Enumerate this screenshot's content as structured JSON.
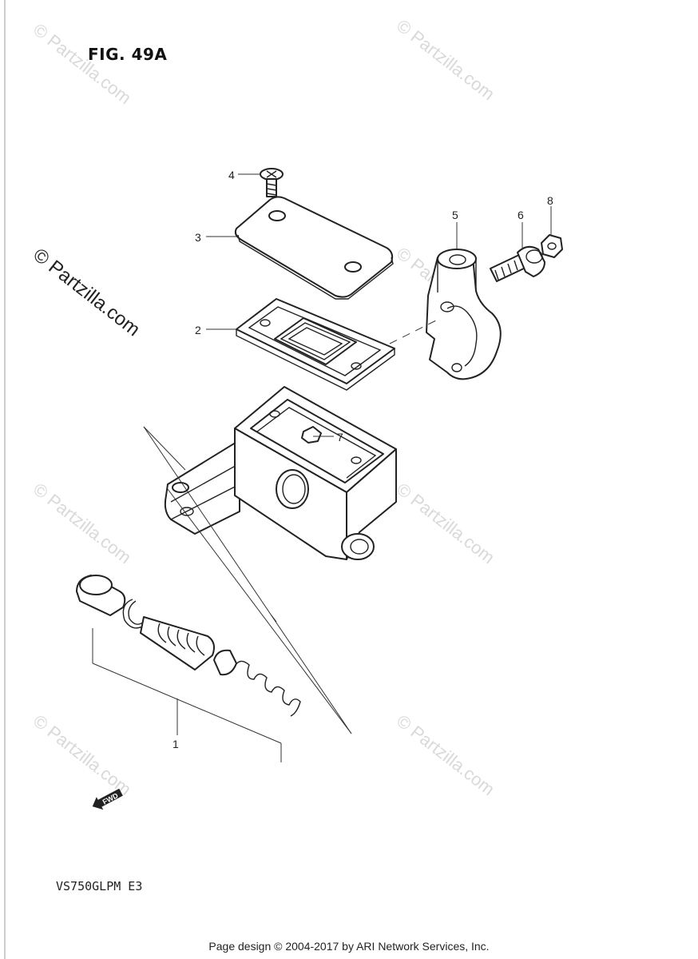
{
  "figure": {
    "title": "FIG. 49A",
    "model_code": "VS750GLPM E3",
    "footer": "Page design © 2004-2017 by ARI Network Services, Inc.",
    "watermark": "© Partzilla.com",
    "fwd_label": "FWD"
  },
  "callouts": [
    {
      "id": "1",
      "label": "1"
    },
    {
      "id": "2",
      "label": "2"
    },
    {
      "id": "3",
      "label": "3"
    },
    {
      "id": "4",
      "label": "4"
    },
    {
      "id": "5",
      "label": "5"
    },
    {
      "id": "6",
      "label": "6"
    },
    {
      "id": "7",
      "label": "7"
    },
    {
      "id": "8",
      "label": "8"
    }
  ]
}
